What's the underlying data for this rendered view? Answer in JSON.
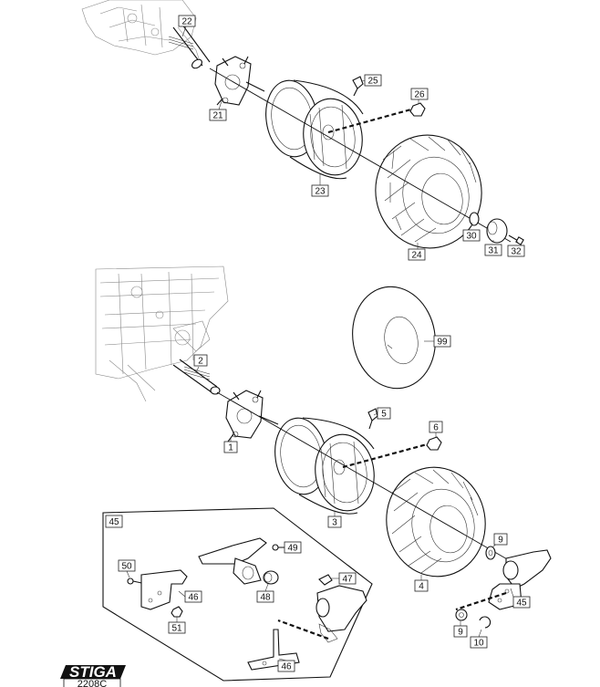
{
  "brand": {
    "logo_text": "STIGA",
    "diagram_code": "2208C"
  },
  "callouts": {
    "c22": "22",
    "c21": "21",
    "c25": "25",
    "c26": "26",
    "c23": "23",
    "c24": "24",
    "c30": "30",
    "c31": "31",
    "c32": "32",
    "c2": "2",
    "c99": "99",
    "c5": "5",
    "c6": "6",
    "c1": "1",
    "c3": "3",
    "c4": "4",
    "c9a": "9",
    "c45": "45",
    "c9b": "9",
    "c10": "10",
    "c45box": "45",
    "c49": "49",
    "c50": "50",
    "c46a": "46",
    "c48": "48",
    "c47": "47",
    "c51": "51",
    "c46b": "46"
  }
}
